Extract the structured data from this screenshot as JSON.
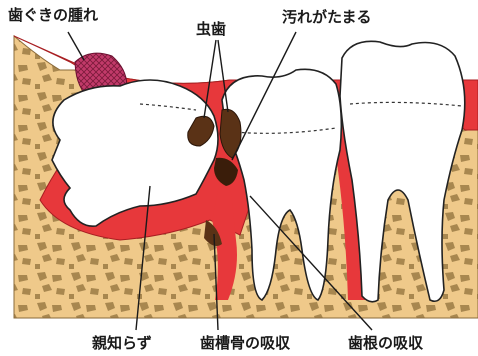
{
  "labels": {
    "gum_swelling": "歯ぐきの腫れ",
    "cavity": "虫歯",
    "dirt_accumulates": "汚れがたまる",
    "wisdom_tooth": "親知らず",
    "alveolar_bone_resorption": "歯槽骨の吸収",
    "root_resorption": "歯根の吸収"
  },
  "colors": {
    "bone": "#efc98a",
    "bone_holes": "#a8874f",
    "gum": "#e7383b",
    "tooth": "#ffffff",
    "cavity": "#5a3216",
    "swelling": "#b02a58",
    "outline": "#222222"
  }
}
